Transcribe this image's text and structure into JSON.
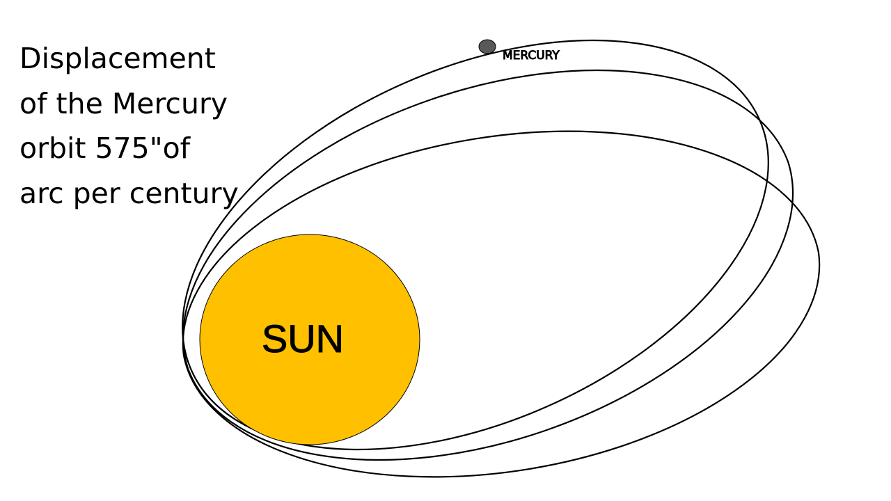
{
  "title_lines": [
    "Displacement",
    "of the Mercury",
    "orbit 575\"of",
    "arc per century"
  ],
  "sun": {
    "label": "SUN",
    "color": "#FFC000"
  },
  "mercury": {
    "label": "MERCURY",
    "color": "#595959"
  },
  "orbit_color": "#000000",
  "orbit_count": 3
}
